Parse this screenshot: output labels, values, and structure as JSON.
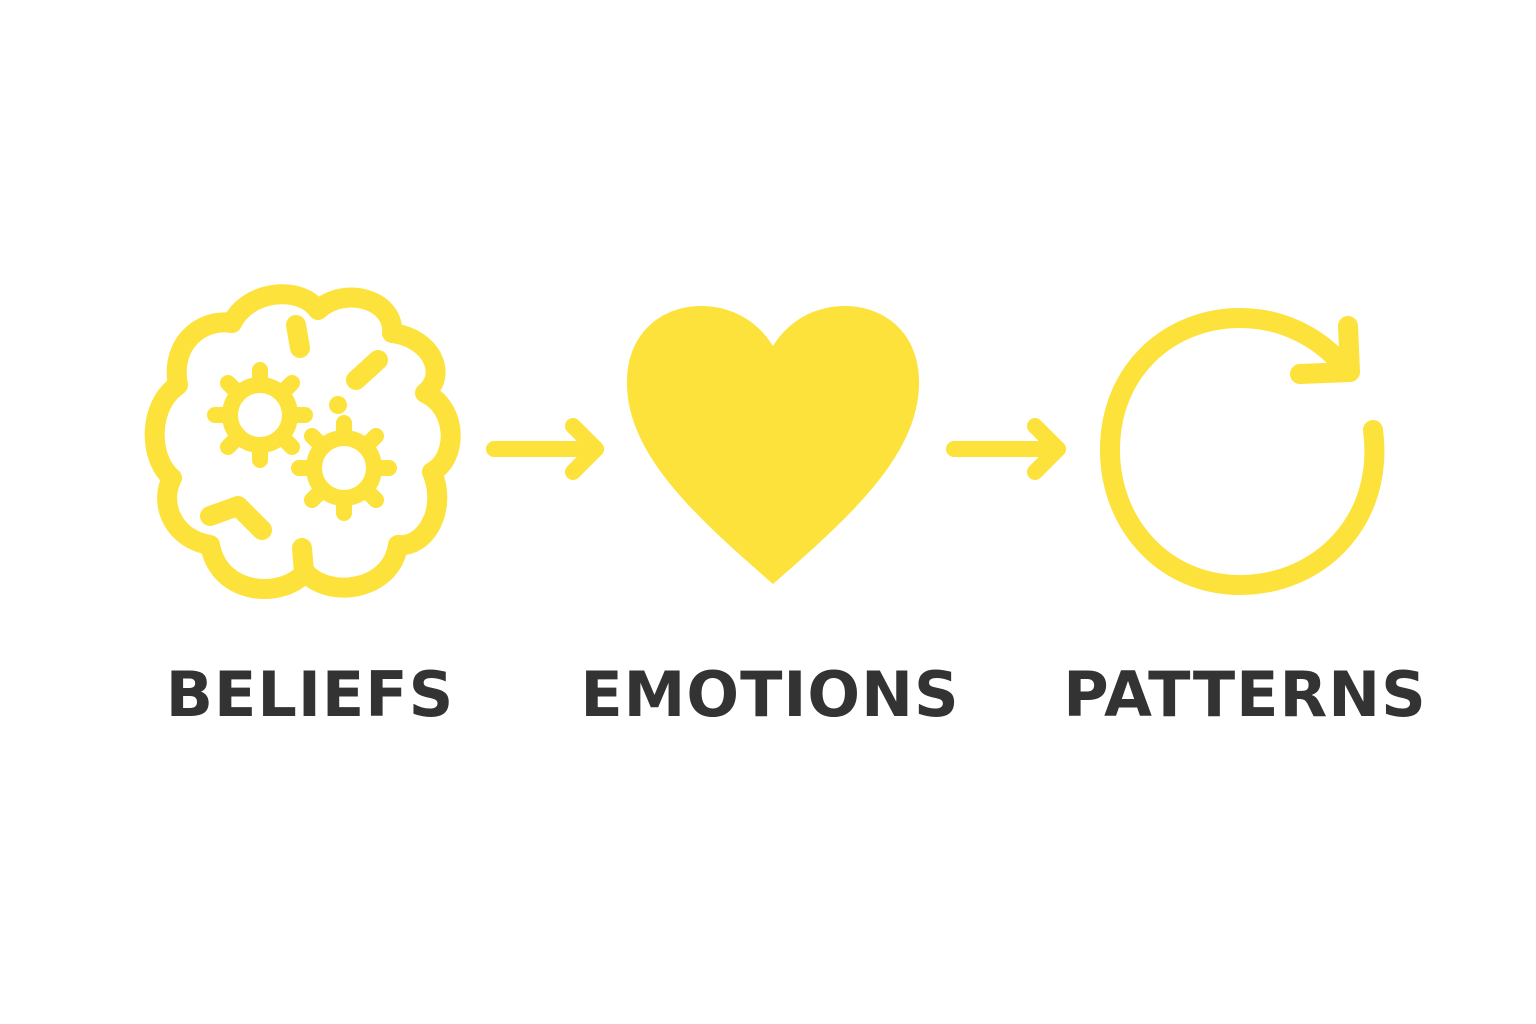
{
  "colors": {
    "accent": "#FCE23A",
    "text": "#333333",
    "background": "#FFFFFF"
  },
  "steps": [
    {
      "icon": "brain-with-gears-icon",
      "label": "BELIEFS"
    },
    {
      "icon": "heart-icon",
      "label": "EMOTIONS"
    },
    {
      "icon": "refresh-cycle-icon",
      "label": "PATTERNS"
    }
  ],
  "connectors": [
    {
      "icon": "arrow-right-icon",
      "from": "BELIEFS",
      "to": "EMOTIONS"
    },
    {
      "icon": "arrow-right-icon",
      "from": "EMOTIONS",
      "to": "PATTERNS"
    }
  ]
}
